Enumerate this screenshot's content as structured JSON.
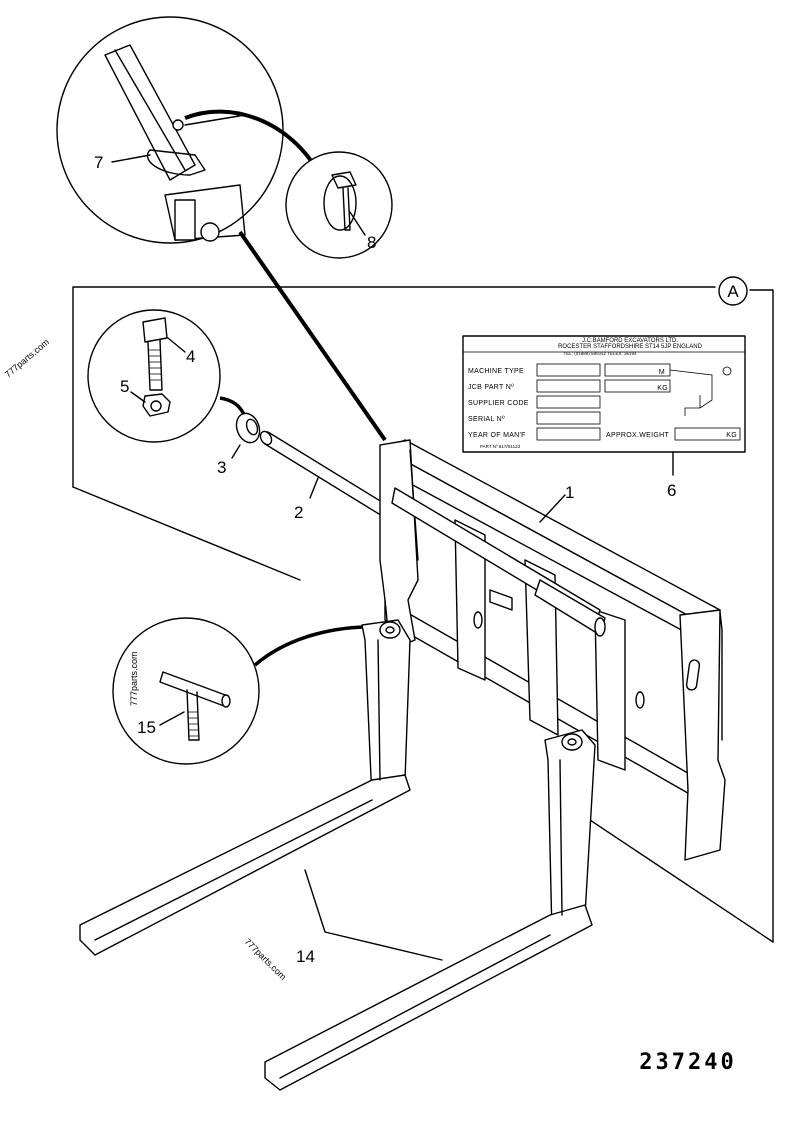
{
  "drawing_number": "237240",
  "view_label": "A",
  "watermarks": [
    "777parts.com",
    "777parts.com",
    "777parts.com"
  ],
  "callouts": [
    {
      "id": "1",
      "text": "1"
    },
    {
      "id": "2",
      "text": "2"
    },
    {
      "id": "3",
      "text": "3"
    },
    {
      "id": "4",
      "text": "4"
    },
    {
      "id": "5",
      "text": "5"
    },
    {
      "id": "6",
      "text": "6"
    },
    {
      "id": "7",
      "text": "7"
    },
    {
      "id": "8",
      "text": "8"
    },
    {
      "id": "14",
      "text": "14"
    },
    {
      "id": "15",
      "text": "15"
    }
  ],
  "plate": {
    "header": [
      "J.C.BAMFORD EXCAVATORS LTD.",
      "ROCESTER   STAFFORDSHIRE   ST14 5JP   ENGLAND",
      "TEL: (01889) 590312   TELEX: 36194"
    ],
    "rows": [
      "MACHINE TYPE",
      "JCB PART Nº",
      "SUPPLIER CODE",
      "SERIAL Nº",
      "YEAR OF MAN'F"
    ],
    "unit_m": "M",
    "unit_kg": "KG",
    "approx_weight": "APPROX.WEIGHT",
    "unit_kg2": "KG",
    "part_no": "PART Nº  817/04123"
  }
}
